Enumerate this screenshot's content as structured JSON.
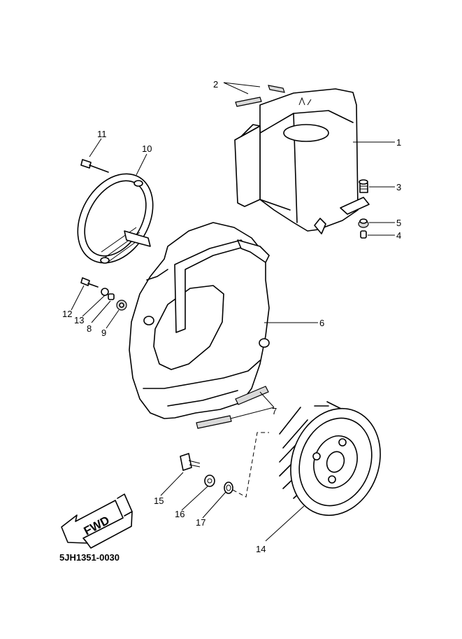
{
  "diagram": {
    "drawing_code": "5JH1351-0030",
    "direction_label": "FWD",
    "callouts": [
      "1",
      "2",
      "3",
      "4",
      "5",
      "6",
      "7",
      "8",
      "9",
      "10",
      "11",
      "12",
      "13",
      "14",
      "15",
      "16",
      "17"
    ]
  }
}
